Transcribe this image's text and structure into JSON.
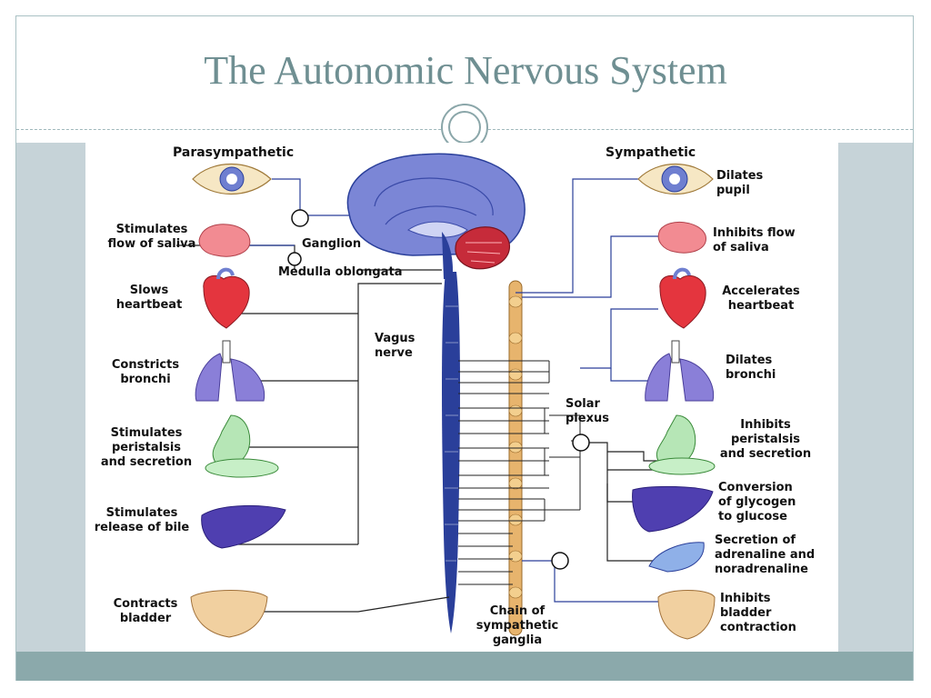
{
  "slide": {
    "title": "The Autonomic Nervous System"
  },
  "diagram": {
    "parasympathetic": {
      "heading": "Parasympathetic",
      "effects": {
        "saliva": "Stimulates\nflow of saliva",
        "heart": "Slows\nheartbeat",
        "bronchi": "Constricts\nbronchi",
        "digestion": "Stimulates\nperistalsis\nand secretion",
        "bile": "Stimulates\nrelease of bile",
        "bladder": "Contracts\nbladder"
      }
    },
    "sympathetic": {
      "heading": "Sympathetic",
      "effects": {
        "pupil": "Dilates\npupil",
        "saliva": "Inhibits flow\nof saliva",
        "heart": "Accelerates\nheartbeat",
        "bronchi": "Dilates\nbronchi",
        "digestion": "Inhibits\nperistalsis\nand secretion",
        "glycogen": "Conversion\nof glycogen\nto glucose",
        "adrenal": "Secretion of\nadrenaline and\nnoradrenaline",
        "bladder": "Inhibits\nbladder\ncontraction"
      }
    },
    "anatomy": {
      "ganglion": "Ganglion",
      "medulla": "Medulla oblongata",
      "vagus": "Vagus\nnerve",
      "solar_plexus": "Solar\nplexus",
      "chain": "Chain of\nsympathetic\nganglia"
    }
  },
  "colors": {
    "title": "#6f8f92",
    "frame": "#a9c1c4",
    "side_band": "#c6d3d8",
    "footer_band": "#8ba9ab",
    "nerve_blue": "#2a3f9a",
    "chain_orange": "#e7b46d",
    "brain_blue": "#7b86d6",
    "cerebellum_red": "#c62b3a"
  }
}
